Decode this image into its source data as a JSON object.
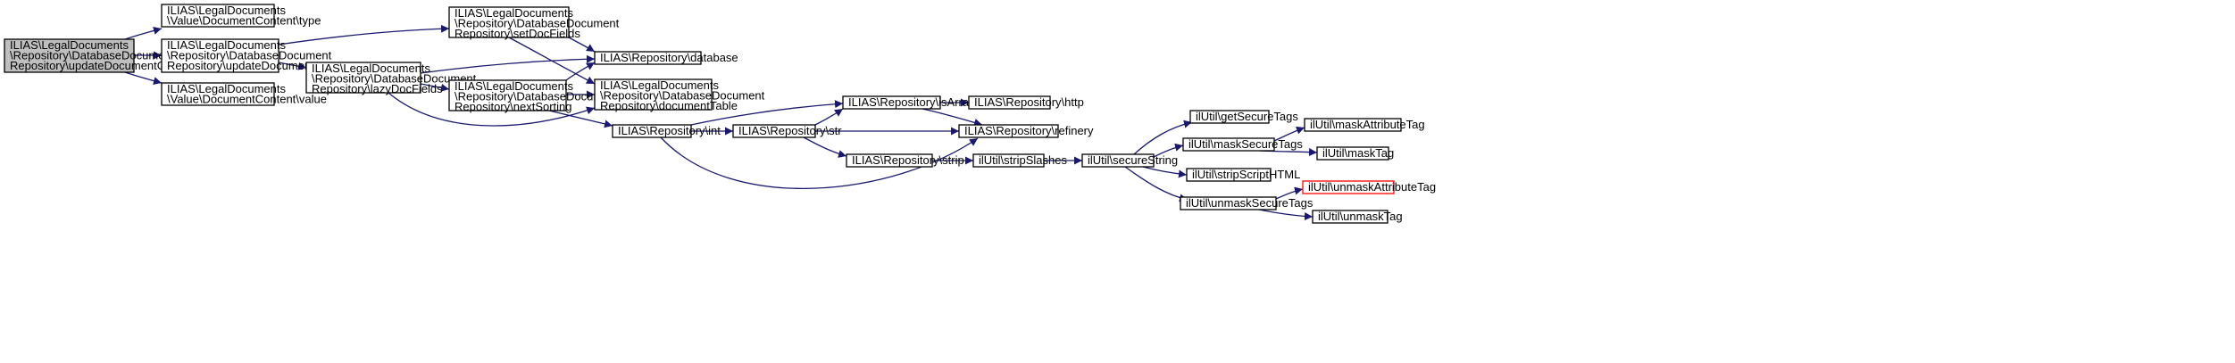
{
  "colors": {
    "edge": "#191970",
    "node_border": "#000000",
    "node_border_highlight": "#ff0000",
    "node_fill": "#ffffff",
    "root_fill": "#bfbfbf"
  },
  "nodes": [
    {
      "id": "root",
      "lines": [
        "ILIAS\\LegalDocuments",
        "\\Repository\\DatabaseDocument",
        "Repository\\updateDocumentContent"
      ],
      "kind": "root"
    },
    {
      "id": "type",
      "lines": [
        "ILIAS\\LegalDocuments",
        "\\Value\\DocumentContent\\type"
      ]
    },
    {
      "id": "updateDocument",
      "lines": [
        "ILIAS\\LegalDocuments",
        "\\Repository\\DatabaseDocument",
        "Repository\\updateDocument"
      ]
    },
    {
      "id": "value",
      "lines": [
        "ILIAS\\LegalDocuments",
        "\\Value\\DocumentContent\\value"
      ]
    },
    {
      "id": "setDocFields",
      "lines": [
        "ILIAS\\LegalDocuments",
        "\\Repository\\DatabaseDocument",
        "Repository\\setDocFields"
      ]
    },
    {
      "id": "lazyDocFields",
      "lines": [
        "ILIAS\\LegalDocuments",
        "\\Repository\\DatabaseDocument",
        "Repository\\lazyDocFields"
      ]
    },
    {
      "id": "nextSorting",
      "lines": [
        "ILIAS\\LegalDocuments",
        "\\Repository\\DatabaseDocument",
        "Repository\\nextSorting"
      ]
    },
    {
      "id": "database",
      "lines": [
        "ILIAS\\Repository\\database"
      ]
    },
    {
      "id": "documentTable",
      "lines": [
        "ILIAS\\LegalDocuments",
        "\\Repository\\DatabaseDocument",
        "Repository\\documentTable"
      ]
    },
    {
      "id": "int",
      "lines": [
        "ILIAS\\Repository\\int"
      ]
    },
    {
      "id": "str",
      "lines": [
        "ILIAS\\Repository\\str"
      ]
    },
    {
      "id": "isArray",
      "lines": [
        "ILIAS\\Repository\\isArray"
      ]
    },
    {
      "id": "strip",
      "lines": [
        "ILIAS\\Repository\\strip"
      ]
    },
    {
      "id": "http",
      "lines": [
        "ILIAS\\Repository\\http"
      ]
    },
    {
      "id": "refinery",
      "lines": [
        "ILIAS\\Repository\\refinery"
      ]
    },
    {
      "id": "stripSlashes",
      "lines": [
        "ilUtil\\stripSlashes"
      ]
    },
    {
      "id": "secureString",
      "lines": [
        "ilUtil\\secureString"
      ]
    },
    {
      "id": "getSecureTags",
      "lines": [
        "ilUtil\\getSecureTags"
      ]
    },
    {
      "id": "maskSecureTags",
      "lines": [
        "ilUtil\\maskSecureTags"
      ]
    },
    {
      "id": "stripScriptHTML",
      "lines": [
        "ilUtil\\stripScriptHTML"
      ]
    },
    {
      "id": "unmaskSecureTags",
      "lines": [
        "ilUtil\\unmaskSecureTags"
      ]
    },
    {
      "id": "maskAttributeTag",
      "lines": [
        "ilUtil\\maskAttributeTag"
      ]
    },
    {
      "id": "maskTag",
      "lines": [
        "ilUtil\\maskTag"
      ]
    },
    {
      "id": "unmaskAttributeTag",
      "lines": [
        "ilUtil\\unmaskAttributeTag"
      ],
      "kind": "highlight"
    },
    {
      "id": "unmaskTag",
      "lines": [
        "ilUtil\\unmaskTag"
      ]
    }
  ],
  "edges": [
    [
      "root",
      "type"
    ],
    [
      "root",
      "updateDocument"
    ],
    [
      "root",
      "value"
    ],
    [
      "updateDocument",
      "setDocFields"
    ],
    [
      "updateDocument",
      "lazyDocFields"
    ],
    [
      "setDocFields",
      "database"
    ],
    [
      "setDocFields",
      "documentTable"
    ],
    [
      "lazyDocFields",
      "database"
    ],
    [
      "lazyDocFields",
      "nextSorting"
    ],
    [
      "lazyDocFields",
      "documentTable"
    ],
    [
      "nextSorting",
      "database"
    ],
    [
      "nextSorting",
      "documentTable"
    ],
    [
      "nextSorting",
      "int"
    ],
    [
      "int",
      "isArray"
    ],
    [
      "int",
      "str"
    ],
    [
      "int",
      "refinery"
    ],
    [
      "str",
      "isArray"
    ],
    [
      "str",
      "refinery"
    ],
    [
      "str",
      "strip"
    ],
    [
      "isArray",
      "http"
    ],
    [
      "isArray",
      "refinery"
    ],
    [
      "strip",
      "stripSlashes"
    ],
    [
      "stripSlashes",
      "secureString"
    ],
    [
      "secureString",
      "getSecureTags"
    ],
    [
      "secureString",
      "maskSecureTags"
    ],
    [
      "secureString",
      "stripScriptHTML"
    ],
    [
      "secureString",
      "unmaskSecureTags"
    ],
    [
      "maskSecureTags",
      "maskAttributeTag"
    ],
    [
      "maskSecureTags",
      "maskTag"
    ],
    [
      "unmaskSecureTags",
      "unmaskAttributeTag"
    ],
    [
      "unmaskSecureTags",
      "unmaskTag"
    ]
  ]
}
